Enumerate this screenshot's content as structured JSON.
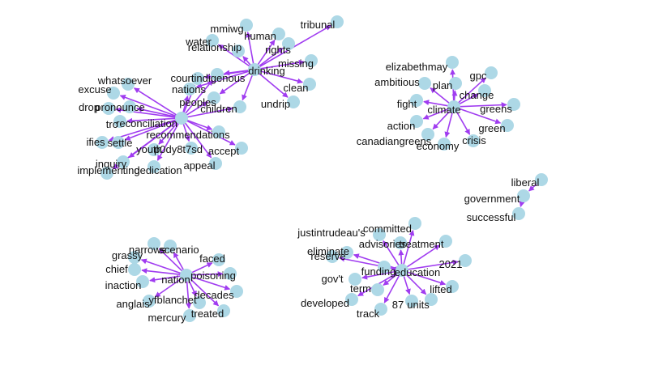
{
  "colors": {
    "node": "#add8e6",
    "edge": "#a03cf0",
    "label": "#111111",
    "background": "#ffffff"
  },
  "graph": {
    "nodes": [
      {
        "id": "tribunal",
        "label": "tribunal"
      },
      {
        "id": "mmiwg",
        "label": "mmiwg"
      },
      {
        "id": "human",
        "label": "human"
      },
      {
        "id": "water",
        "label": "water"
      },
      {
        "id": "relationship",
        "label": "relationship"
      },
      {
        "id": "rights",
        "label": "rights"
      },
      {
        "id": "drinking",
        "label": "drinking"
      },
      {
        "id": "missing",
        "label": "missing"
      },
      {
        "id": "indigenous",
        "label": "indigenous"
      },
      {
        "id": "court",
        "label": "court"
      },
      {
        "id": "clean",
        "label": "clean"
      },
      {
        "id": "undrip",
        "label": "undrip"
      },
      {
        "id": "whatsoever",
        "label": "whatsoever"
      },
      {
        "id": "nations",
        "label": "nations"
      },
      {
        "id": "excuse",
        "label": "excuse"
      },
      {
        "id": "peoples",
        "label": "peoples"
      },
      {
        "id": "children",
        "label": "children"
      },
      {
        "id": "pronounce",
        "label": "pronounce"
      },
      {
        "id": "drop",
        "label": "drop"
      },
      {
        "id": "reconciliation",
        "label": "reconciliation"
      },
      {
        "id": "trc",
        "label": "trc"
      },
      {
        "id": "recommendations",
        "label": "recommendations"
      },
      {
        "id": "ifies",
        "label": "ifies"
      },
      {
        "id": "settle",
        "label": "settle"
      },
      {
        "id": "p0dy8t7sd",
        "label": "p0dy8t7sd"
      },
      {
        "id": "youth",
        "label": "youth"
      },
      {
        "id": "accept",
        "label": "accept"
      },
      {
        "id": "inquiry",
        "label": "inquiry"
      },
      {
        "id": "appeal",
        "label": "appeal"
      },
      {
        "id": "implementing",
        "label": "implementing"
      },
      {
        "id": "dedication",
        "label": "dedication"
      },
      {
        "id": "elizabethmay",
        "label": "elizabethmay"
      },
      {
        "id": "ambitious",
        "label": "ambitious"
      },
      {
        "id": "plan",
        "label": "plan"
      },
      {
        "id": "gpc",
        "label": "gpc"
      },
      {
        "id": "change",
        "label": "change"
      },
      {
        "id": "fight",
        "label": "fight"
      },
      {
        "id": "climate",
        "label": "climate"
      },
      {
        "id": "greens",
        "label": "greens"
      },
      {
        "id": "action",
        "label": "action"
      },
      {
        "id": "green",
        "label": "green"
      },
      {
        "id": "canadiangreens",
        "label": "canadiangreens"
      },
      {
        "id": "crisis",
        "label": "crisis"
      },
      {
        "id": "economy",
        "label": "economy"
      },
      {
        "id": "liberal",
        "label": "liberal"
      },
      {
        "id": "government",
        "label": "government"
      },
      {
        "id": "successful",
        "label": "successful"
      },
      {
        "id": "committed",
        "label": "committed"
      },
      {
        "id": "justintrudeaus",
        "label": "justintrudeau's"
      },
      {
        "id": "advisories",
        "label": "advisories"
      },
      {
        "id": "treatment",
        "label": "treatment"
      },
      {
        "id": "eliminate",
        "label": "eliminate"
      },
      {
        "id": "reserve",
        "label": "reserve"
      },
      {
        "id": "2021",
        "label": "2021"
      },
      {
        "id": "funding",
        "label": "funding"
      },
      {
        "id": "education",
        "label": "education"
      },
      {
        "id": "govt",
        "label": "gov't"
      },
      {
        "id": "term",
        "label": "term"
      },
      {
        "id": "lifted",
        "label": "lifted"
      },
      {
        "id": "developed",
        "label": "developed"
      },
      {
        "id": "87",
        "label": "87"
      },
      {
        "id": "units",
        "label": "units"
      },
      {
        "id": "track",
        "label": "track"
      },
      {
        "id": "narrows",
        "label": "narrows"
      },
      {
        "id": "scenario",
        "label": "scenario"
      },
      {
        "id": "grassy",
        "label": "grassy"
      },
      {
        "id": "faced",
        "label": "faced"
      },
      {
        "id": "chief",
        "label": "chief"
      },
      {
        "id": "poisoning",
        "label": "poisoning"
      },
      {
        "id": "nation",
        "label": "nation"
      },
      {
        "id": "inaction",
        "label": "inaction"
      },
      {
        "id": "decades",
        "label": "decades"
      },
      {
        "id": "yfblanchet",
        "label": "yfblanchet"
      },
      {
        "id": "anglais",
        "label": "anglais"
      },
      {
        "id": "treated",
        "label": "treated"
      },
      {
        "id": "mercury",
        "label": "mercury"
      }
    ],
    "edges": [
      [
        "drinking",
        "tribunal"
      ],
      [
        "drinking",
        "mmiwg"
      ],
      [
        "drinking",
        "human"
      ],
      [
        "drinking",
        "water"
      ],
      [
        "drinking",
        "relationship"
      ],
      [
        "drinking",
        "rights"
      ],
      [
        "drinking",
        "missing"
      ],
      [
        "drinking",
        "clean"
      ],
      [
        "drinking",
        "undrip"
      ],
      [
        "drinking",
        "indigenous"
      ],
      [
        "drinking",
        "court"
      ],
      [
        "drinking",
        "nations"
      ],
      [
        "drinking",
        "peoples"
      ],
      [
        "drinking",
        "children"
      ],
      [
        "reconciliation",
        "whatsoever"
      ],
      [
        "reconciliation",
        "excuse"
      ],
      [
        "reconciliation",
        "pronounce"
      ],
      [
        "reconciliation",
        "drop"
      ],
      [
        "reconciliation",
        "trc"
      ],
      [
        "reconciliation",
        "ifies"
      ],
      [
        "reconciliation",
        "settle"
      ],
      [
        "reconciliation",
        "youth"
      ],
      [
        "reconciliation",
        "p0dy8t7sd"
      ],
      [
        "reconciliation",
        "recommendations"
      ],
      [
        "reconciliation",
        "accept"
      ],
      [
        "reconciliation",
        "appeal"
      ],
      [
        "reconciliation",
        "inquiry"
      ],
      [
        "reconciliation",
        "implementing"
      ],
      [
        "reconciliation",
        "dedication"
      ],
      [
        "reconciliation",
        "nations"
      ],
      [
        "reconciliation",
        "peoples"
      ],
      [
        "reconciliation",
        "children"
      ],
      [
        "reconciliation",
        "court"
      ],
      [
        "reconciliation",
        "indigenous"
      ],
      [
        "climate",
        "elizabethmay"
      ],
      [
        "climate",
        "ambitious"
      ],
      [
        "climate",
        "plan"
      ],
      [
        "climate",
        "gpc"
      ],
      [
        "climate",
        "change"
      ],
      [
        "climate",
        "fight"
      ],
      [
        "climate",
        "greens"
      ],
      [
        "climate",
        "action"
      ],
      [
        "climate",
        "green"
      ],
      [
        "climate",
        "canadiangreens"
      ],
      [
        "climate",
        "crisis"
      ],
      [
        "climate",
        "economy"
      ],
      [
        "liberal",
        "government"
      ],
      [
        "government",
        "successful"
      ],
      [
        "education",
        "committed"
      ],
      [
        "education",
        "justintrudeaus"
      ],
      [
        "education",
        "advisories"
      ],
      [
        "education",
        "treatment"
      ],
      [
        "education",
        "eliminate"
      ],
      [
        "education",
        "reserve"
      ],
      [
        "education",
        "2021"
      ],
      [
        "education",
        "funding"
      ],
      [
        "education",
        "govt"
      ],
      [
        "education",
        "term"
      ],
      [
        "education",
        "lifted"
      ],
      [
        "education",
        "developed"
      ],
      [
        "education",
        "87"
      ],
      [
        "education",
        "units"
      ],
      [
        "education",
        "track"
      ],
      [
        "nation",
        "narrows"
      ],
      [
        "nation",
        "scenario"
      ],
      [
        "nation",
        "grassy"
      ],
      [
        "nation",
        "faced"
      ],
      [
        "nation",
        "chief"
      ],
      [
        "nation",
        "poisoning"
      ],
      [
        "nation",
        "inaction"
      ],
      [
        "nation",
        "decades"
      ],
      [
        "nation",
        "yfblanchet"
      ],
      [
        "nation",
        "anglais"
      ],
      [
        "nation",
        "treated"
      ],
      [
        "nation",
        "mercury"
      ]
    ]
  }
}
